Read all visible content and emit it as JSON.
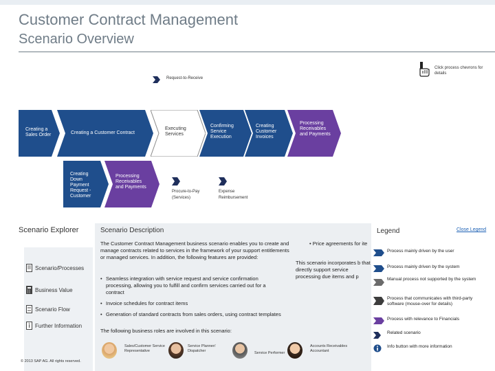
{
  "header": {
    "title": "Customer Contract Management",
    "subtitle": "Scenario Overview"
  },
  "hint": {
    "text": "Click process chevrons for details",
    "icon": "hand-pointer-icon"
  },
  "scenario_links": [
    {
      "label": "Request-to-Receive"
    },
    {
      "label": "Procure-to-Pay (Services)"
    },
    {
      "label": "Expense Reimbursement"
    }
  ],
  "flow": {
    "main": [
      {
        "label": "Creating a Sales Order"
      },
      {
        "label": "Creating a Customer Contract"
      },
      {
        "label": "Executing Services"
      },
      {
        "label": "Confirming Service Execution"
      },
      {
        "label": "Creating Customer Invoices"
      },
      {
        "label": "Processing Receivables and Payments"
      }
    ],
    "sub": [
      {
        "label": "Creating Down Payment Request - Customer"
      },
      {
        "label": "Processing Receivables and Payments"
      }
    ]
  },
  "explorer": {
    "title": "Scenario Explorer",
    "items": [
      {
        "label": "Scenario/Processes"
      },
      {
        "label": "Business Value"
      },
      {
        "label": "Scenario Flow"
      },
      {
        "label": "Further Information"
      }
    ]
  },
  "description": {
    "title": "Scenario Description",
    "intro": "The Customer Contract Management business scenario enables you to create and manage contracts related to services in the framework of your support entitlements or managed services. In addition, the following features are provided:",
    "bullets": [
      "Seamless integration with service request and service confirmation processing, allowing you to fulfill and confirm services carried out for a contract",
      "Invoice schedules for contract items",
      "Generation of standard contracts from sales orders, using contract templates"
    ],
    "right_bullet": "Price agreements for ite",
    "right_para": "This scenario incorporates b that directly support service processing due items and p",
    "roles_line": "The following business roles are involved in this scenario:",
    "roles": [
      {
        "name": "Sales/Customer Service Representative"
      },
      {
        "name": "Service Planner/ Dispatcher"
      },
      {
        "name": "Service Performer"
      },
      {
        "name": "Accounts Receivables Accountant"
      }
    ]
  },
  "copyright": "© 2013 SAP AG. All rights reserved.",
  "legend": {
    "title": "Legend",
    "close": "Close Legend",
    "items": [
      {
        "label": "Process mainly driven by the user",
        "color": "#1f4e8c"
      },
      {
        "label": "Process mainly driven by the system",
        "color": "#1f4e8c"
      },
      {
        "label": "Manual process not supported by the system",
        "color": "#6b6b6b"
      },
      {
        "label": "Process that communicates with third-party software (mouse-over for details)",
        "color": "#3d3d3d"
      },
      {
        "label": "Process with relevance to Financials",
        "color": "#6a3fa0"
      },
      {
        "label": "Related scenario",
        "color": "#1f2f5c"
      },
      {
        "label": "Info button with more information",
        "color": "#1f4e8c"
      }
    ]
  }
}
